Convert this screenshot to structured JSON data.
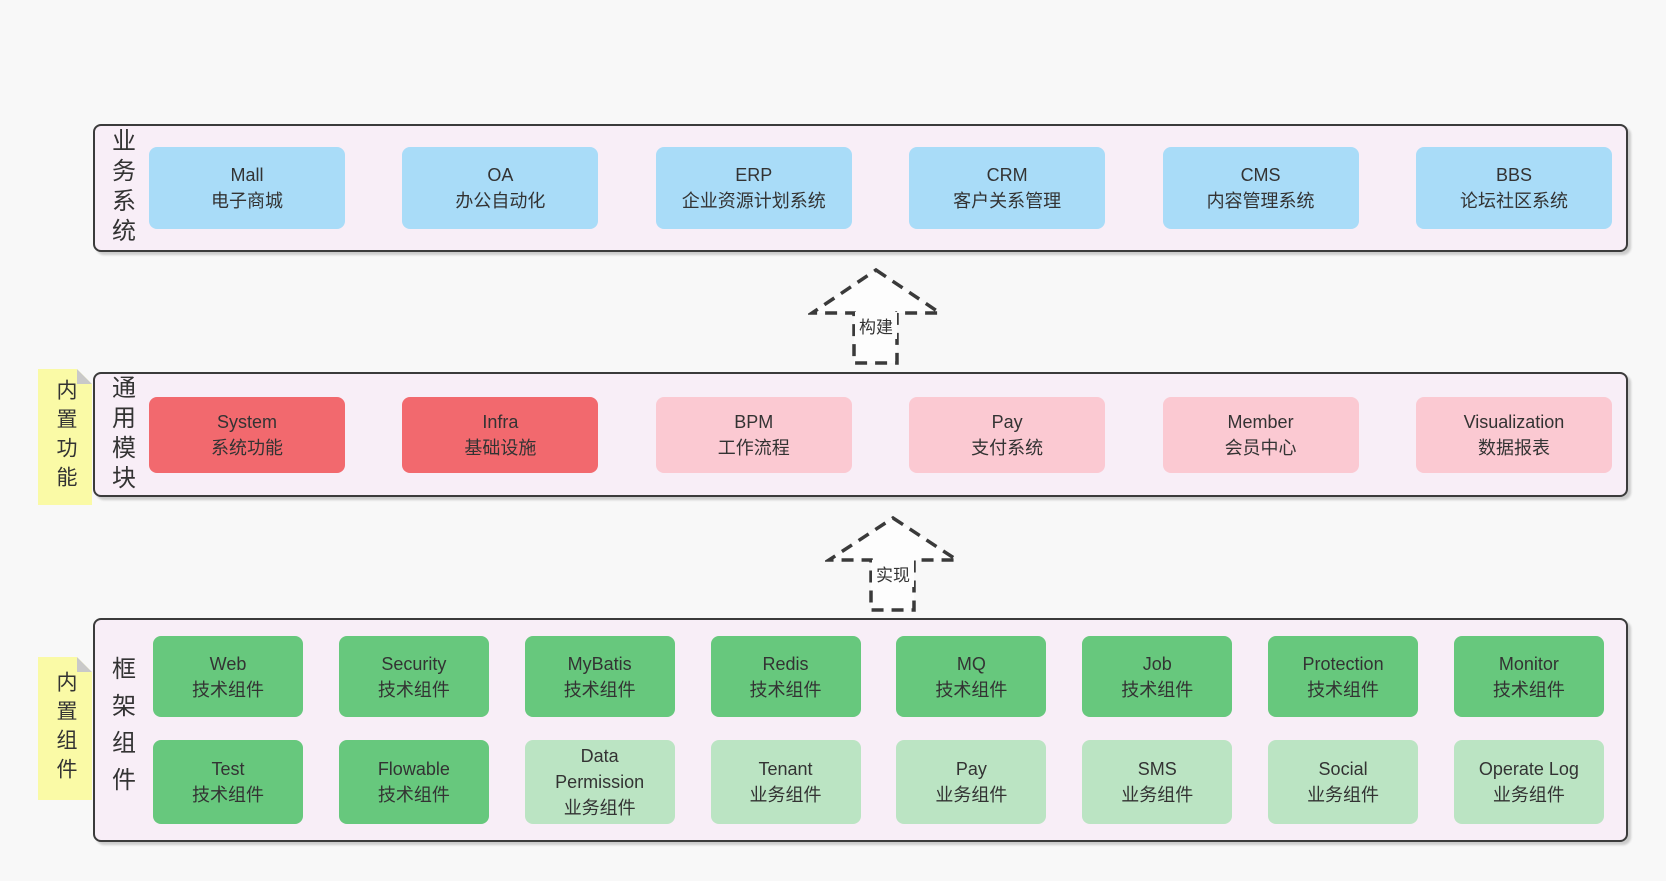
{
  "colors": {
    "page_bg": "#f8f8f8",
    "panel_bg": "#f8eef7",
    "panel_border": "#3b3b3b",
    "box_blue": "#a9dcf8",
    "box_red": "#f2696e",
    "box_pink": "#fbc9d2",
    "box_green": "#67c87d",
    "box_green_light": "#bbe4c3",
    "sticky_yellow": "#fafaa6",
    "sticky_fold": "#c9c9c9",
    "text": "#333333",
    "arrow": "#3a3a3a"
  },
  "sections": {
    "business": {
      "label": "业务系统",
      "boxes": [
        {
          "name": "Mall",
          "desc": "电子商城",
          "variant": "blue"
        },
        {
          "name": "OA",
          "desc": "办公自动化",
          "variant": "blue"
        },
        {
          "name": "ERP",
          "desc": "企业资源计划系统",
          "variant": "blue"
        },
        {
          "name": "CRM",
          "desc": "客户关系管理",
          "variant": "blue"
        },
        {
          "name": "CMS",
          "desc": "内容管理系统",
          "variant": "blue"
        },
        {
          "name": "BBS",
          "desc": "论坛社区系统",
          "variant": "blue"
        }
      ]
    },
    "modules": {
      "label": "通用模块",
      "sticky_note": "内置功能",
      "boxes": [
        {
          "name": "System",
          "desc": "系统功能",
          "variant": "red"
        },
        {
          "name": "Infra",
          "desc": "基础设施",
          "variant": "red"
        },
        {
          "name": "BPM",
          "desc": "工作流程",
          "variant": "pink"
        },
        {
          "name": "Pay",
          "desc": "支付系统",
          "variant": "pink"
        },
        {
          "name": "Member",
          "desc": "会员中心",
          "variant": "pink"
        },
        {
          "name": "Visualization",
          "desc": "数据报表",
          "variant": "pink"
        }
      ]
    },
    "components": {
      "label": "框架组件",
      "sticky_note": "内置组件",
      "rows": [
        [
          {
            "name": "Web",
            "desc": "技术组件",
            "variant": "green"
          },
          {
            "name": "Security",
            "desc": "技术组件",
            "variant": "green"
          },
          {
            "name": "MyBatis",
            "desc": "技术组件",
            "variant": "green"
          },
          {
            "name": "Redis",
            "desc": "技术组件",
            "variant": "green"
          },
          {
            "name": "MQ",
            "desc": "技术组件",
            "variant": "green"
          },
          {
            "name": "Job",
            "desc": "技术组件",
            "variant": "green"
          },
          {
            "name": "Protection",
            "desc": "技术组件",
            "variant": "green"
          },
          {
            "name": "Monitor",
            "desc": "技术组件",
            "variant": "green"
          }
        ],
        [
          {
            "name": "Test",
            "desc": "技术组件",
            "variant": "green"
          },
          {
            "name": "Flowable",
            "desc": "技术组件",
            "variant": "green"
          },
          {
            "name": "Data Permission",
            "desc": "业务组件",
            "variant": "green-light"
          },
          {
            "name": "Tenant",
            "desc": "业务组件",
            "variant": "green-light"
          },
          {
            "name": "Pay",
            "desc": "业务组件",
            "variant": "green-light"
          },
          {
            "name": "SMS",
            "desc": "业务组件",
            "variant": "green-light"
          },
          {
            "name": "Social",
            "desc": "业务组件",
            "variant": "green-light"
          },
          {
            "name": "Operate Log",
            "desc": "业务组件",
            "variant": "green-light"
          }
        ]
      ]
    }
  },
  "arrows": [
    {
      "label": "构建"
    },
    {
      "label": "实现"
    }
  ]
}
